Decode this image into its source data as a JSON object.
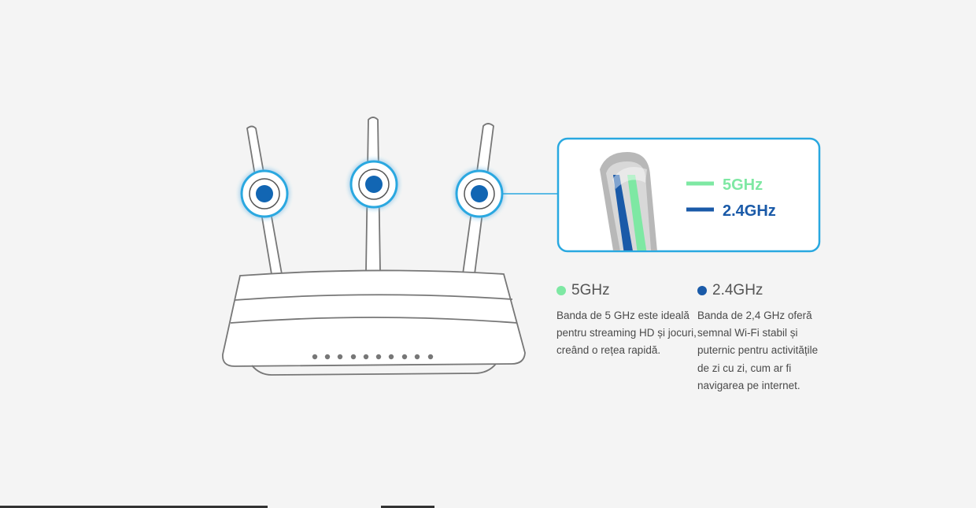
{
  "callout": {
    "label_5": "5GHz",
    "label_24": "2.4GHz"
  },
  "bands": [
    {
      "title": "5GHz",
      "color": "#7ee8a3",
      "description": "Banda de 5 GHz este ideală pentru streaming HD și jocuri, creând o rețea rapidă."
    },
    {
      "title": "2.4GHz",
      "color": "#1a5aa8",
      "description": "Banda de 2,4 GHz oferă semnal Wi-Fi stabil și puternic pentru activitățile de zi cu zi, cum ar fi navigarea pe internet."
    }
  ],
  "colors": {
    "accent_blue": "#29a8e0",
    "dark_blue": "#1a5aa8",
    "green": "#7ee8a3",
    "outline": "#777777"
  }
}
